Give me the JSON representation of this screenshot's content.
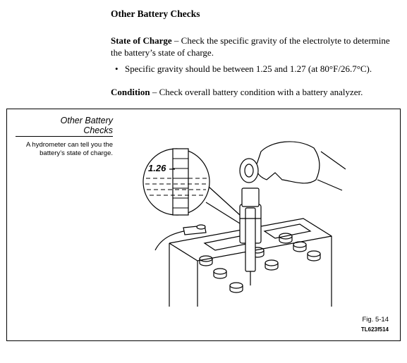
{
  "heading": "Other Battery Checks",
  "state_of_charge": {
    "lead": "State of Charge",
    "text": " – Check the specific gravity of the electrolyte to determine the battery’s state of charge."
  },
  "bullet": {
    "symbol": "•",
    "text": "Specific gravity should be between 1.25 and 1.27 (at 80°F/26.7°C)."
  },
  "condition": {
    "lead": "Condition",
    "text": " – Check overall battery condition with a battery analyzer."
  },
  "figure": {
    "sidebar_title_line1": "Other Battery",
    "sidebar_title_line2": "Checks",
    "sidebar_caption": "A hydrometer can tell you the battery’s state of charge.",
    "gauge_reading": "1.26",
    "fig_label": "Fig. 5-14",
    "fig_code": "TL623f514"
  }
}
